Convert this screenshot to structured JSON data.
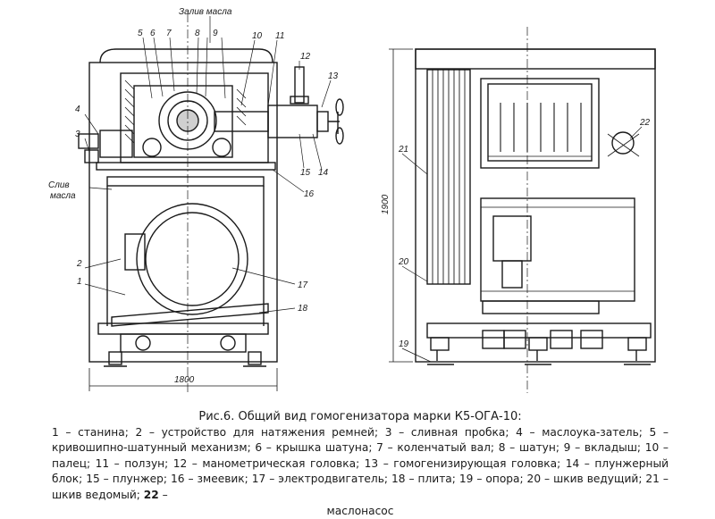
{
  "figure": {
    "labels": {
      "oil_fill": "Залив масла",
      "oil_drain_line1": "Слив",
      "oil_drain_line2": "масла",
      "width_dim": "1800",
      "height_dim": "1900",
      "n1": "1",
      "n2": "2",
      "n3": "3",
      "n4": "4",
      "n5": "5",
      "n6": "6",
      "n7": "7",
      "n8": "8",
      "n9": "9",
      "n10": "10",
      "n11": "11",
      "n12": "12",
      "n13": "13",
      "n14": "14",
      "n15": "15",
      "n16": "16",
      "n17": "17",
      "n18": "18",
      "n19": "19",
      "n20": "20",
      "n21": "21",
      "n22": "22"
    }
  },
  "caption": {
    "title": "Рис.6. Общий вид гомогенизатора марки К5-ОГА-10:",
    "body": "1 – станина; 2 – устройство для натяжения ремней; 3 – сливная пробка; 4 – маслоука-затель; 5 – кривошипно-шатунный механизм; 6 – крышка шатуна; 7 – коленчатый вал; 8 – шатун; 9 – вкладыш; 10 – палец; 11 – ползун; 12 – манометрическая головка; 13 – гомогенизирующая головка; 14 – плунжерный блок; 15 – плунжер; 16 – змеевик; 17 – электродвигатель; 18 – плита; 19 – опора; 20 – шкив ведущий; 21 – шкив ведомый;",
    "item22_number": "22",
    "item22_dash": " –",
    "tail": "маслонасос"
  }
}
